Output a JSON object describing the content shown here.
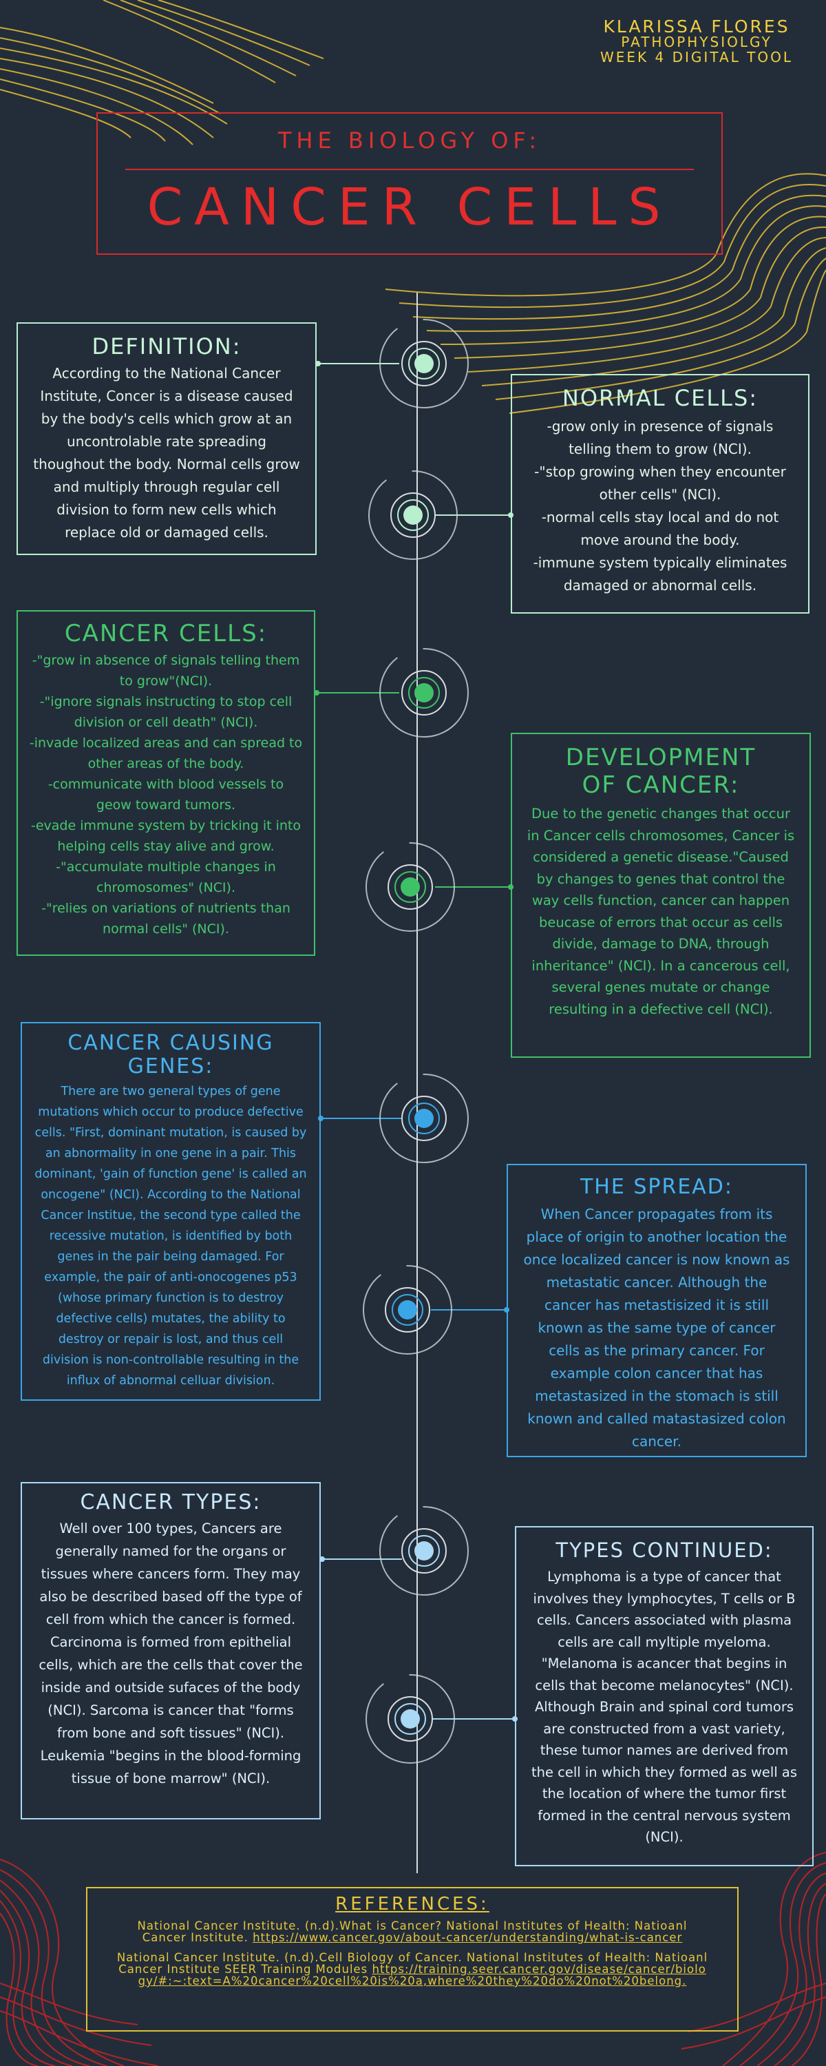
{
  "author": {
    "name": "KLARISSA FLORES",
    "course": "PATHOPHYSIOLGY",
    "assignment": "WEEK 4 DIGITAL TOOL"
  },
  "title": {
    "pre": "THE BIOLOGY OF:",
    "main": "CANCER CELLS"
  },
  "sections": [
    {
      "heading": "DEFINITION:",
      "body": "According to the National Cancer Institute, Concer is a disease caused by the body's cells which grow at an uncontrolable rate spreading thoughout the body. Normal cells grow and multiply through regular cell division to form new cells which replace old or damaged cells."
    },
    {
      "heading": "NORMAL CELLS:",
      "body": "-grow only in presence of signals telling them to grow (NCI).\n-\"stop growing when they encounter other cells\" (NCI).\n-normal cells stay local and do not move around the body.\n-immune system typically eliminates damaged or abnormal cells."
    },
    {
      "heading": "CANCER CELLS:",
      "body": "-\"grow in absence of signals telling them to grow\"(NCI).\n-\"ignore signals instructing to stop cell division or cell death\" (NCI).\n-invade localized areas and can spread to other areas of the body.\n-communicate with blood vessels to geow toward tumors.\n-evade immune system by tricking it into helping cells stay alive and grow.\n-\"accumulate multiple changes in chromosomes\" (NCI).\n-\"relies on variations of nutrients than normal cells\" (NCI)."
    },
    {
      "heading": "DEVELOPMENT OF CANCER:",
      "body": "Due to the genetic changes that occur in Cancer cells chromosomes, Cancer is considered a genetic disease.\"Caused by changes to genes that control the way cells function, cancer can happen beucase of errors that occur as cells divide, damage to DNA, through inheritance\" (NCI). In a cancerous cell, several genes mutate or change resulting in a defective cell (NCI)."
    },
    {
      "heading": "CANCER CAUSING GENES:",
      "body": "There are two general types of gene mutations which occur to produce defective cells. \"First, dominant mutation, is caused by an abnormality in one gene in a pair. This dominant, 'gain of function gene' is called an oncogene\" (NCI). According to the National Cancer Institue, the second type called the recessive mutation, is identified by both genes in the pair being damaged. For example, the pair of anti-onocogenes p53 (whose primary function is to destroy defective cells) mutates, the ability to destroy or repair is lost, and thus cell division is non-controllable resulting in the influx of abnormal celluar division."
    },
    {
      "heading": "THE SPREAD:",
      "body": "When Cancer propagates from its place of origin to another location the once localized cancer is now known as metastatic cancer. Although the cancer has metastisized it is still known as the same type of cancer cells as the primary cancer. For example colon cancer that has metastasized in the stomach is still known and called matastasized colon cancer."
    },
    {
      "heading": "CANCER TYPES:",
      "body": "Well over 100 types, Cancers are generally named for the organs or tissues where cancers form. They may also be described based off the type of cell from which the cancer is formed. Carcinoma is formed from epithelial cells, which are the cells that cover the inside and outside sufaces of the body (NCI). Sarcoma is cancer that \"forms from bone and soft tissues\" (NCI). Leukemia \"begins in the blood-forming tissue of bone marrow\" (NCI)."
    },
    {
      "heading": "TYPES CONTINUED:",
      "body": "Lymphoma is a type of cancer that involves they lymphocytes, T cells or B cells. Cancers associated with plasma cells are call myltiple myeloma. \"Melanoma is acancer that begins in cells that become melanocytes\" (NCI). Although Brain and spinal cord tumors are constructed from a vast variety, these tumor names are derived from the cell in which they formed as well as the location of where the tumor first formed in the central nervous system (NCI)."
    }
  ],
  "references": {
    "heading": "REFERENCES:",
    "ref1_text": "National Cancer Institute. (n.d).What is Cancer? National Institutes of Health: Natioanl Cancer Institute.",
    "ref1_url": "https://www.cancer.gov/about-cancer/understanding/what-is-cancer",
    "ref2_text": "National Cancer Institute. (n.d).Cell Biology of Cancer. National Institutes of Health: Natioanl Cancer Institute SEER Training Modules",
    "ref2_url": "https://training.seer.cancer.gov/disease/cancer/biology/#:~:text=A%20cancer%20cell%20is%20a,where%20they%20do%20not%20belong."
  },
  "colors": {
    "background": "#232d3a",
    "title_red": "#e52b2b",
    "gold": "#f2cf3b",
    "mint": "#c9f5d9",
    "green": "#46c86d",
    "blue": "#47b2f0",
    "light_blue": "#c9e8fb"
  }
}
